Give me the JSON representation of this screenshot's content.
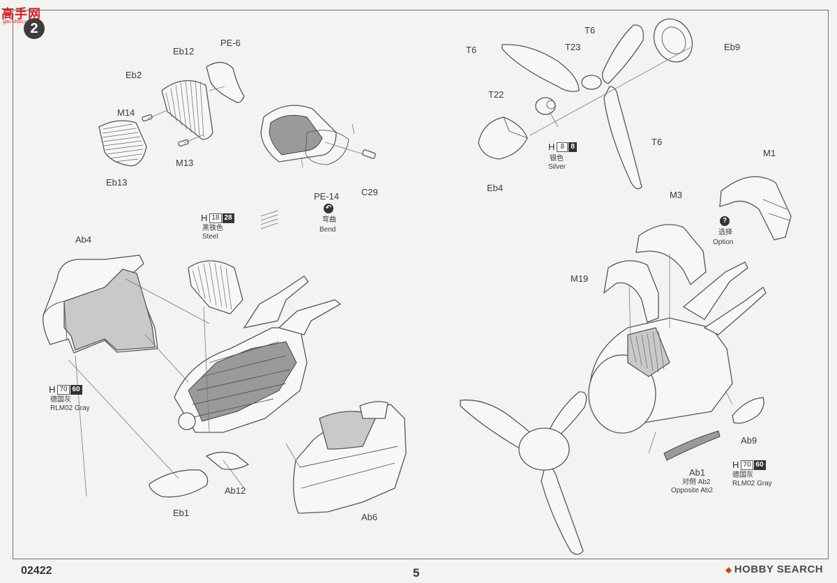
{
  "header": {
    "logo": "高手网",
    "logo_url": "gao-shou.com",
    "step_number": "2"
  },
  "footer": {
    "product_code": "02422",
    "page_number": "5",
    "watermark": "HOBBY SEARCH"
  },
  "labels": {
    "eb12": "Eb12",
    "pe6": "PE-6",
    "eb2": "Eb2",
    "m14": "M14",
    "m13": "M13",
    "eb13": "Eb13",
    "pe14": "PE-14",
    "c29": "C29",
    "bend_cn": "弯曲",
    "bend_en": "Bend",
    "t6_top": "T6",
    "t6_left": "T6",
    "t6_right": "T6",
    "t23": "T23",
    "t22": "T22",
    "eb9": "Eb9",
    "eb4": "Eb4",
    "m1": "M1",
    "m3": "M3",
    "m19": "M19",
    "option_cn": "选择",
    "option_en": "Option",
    "ab4": "Ab4",
    "ab12": "Ab12",
    "eb1": "Eb1",
    "ab6": "Ab6",
    "ab9": "Ab9",
    "ab1": "Ab1",
    "opp_cn": "对侧 Ab2",
    "opp_en": "Opposite Ab2",
    "option_mark": "?"
  },
  "paints": [
    {
      "id": "silver",
      "h": "H",
      "code1": "8",
      "code2": "8",
      "name_cn": "银色",
      "name_en": "Silver"
    },
    {
      "id": "steel",
      "h": "H",
      "code1": "18",
      "code2": "28",
      "name_cn": "黑铁色",
      "name_en": "Steel"
    },
    {
      "id": "gray_left",
      "h": "H",
      "code1": "70",
      "code2": "60",
      "name_cn": "德国灰",
      "name_en": "RLM02 Gray"
    },
    {
      "id": "gray_right",
      "h": "H",
      "code1": "70",
      "code2": "60",
      "name_cn": "德国灰",
      "name_en": "RLM02 Gray"
    }
  ],
  "bend_icon": "bend-arrow-icon"
}
